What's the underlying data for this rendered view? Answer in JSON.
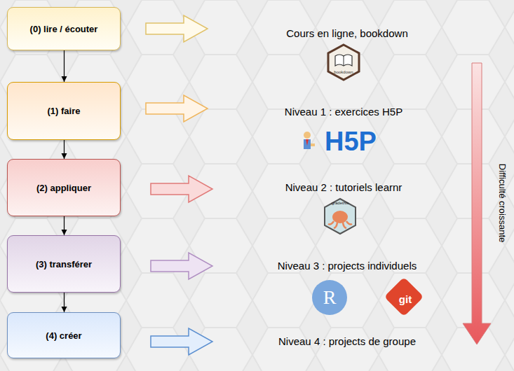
{
  "diagram": {
    "nodes": [
      {
        "text": [
          "(0) lire / écouter"
        ]
      },
      {
        "text": [
          "(1) faire"
        ]
      },
      {
        "text": [
          "(2) appliquer"
        ]
      },
      {
        "text": [
          "(3) transférer"
        ]
      },
      {
        "text": [
          "(4) créer"
        ]
      }
    ],
    "edges": [
      {
        "from": 0,
        "to": 1,
        "arrow": "to"
      },
      {
        "from": 1,
        "to": 2,
        "arrow": "to"
      },
      {
        "from": 2,
        "to": 3,
        "arrow": "to"
      },
      {
        "from": 3,
        "to": 4,
        "arrow": "to"
      }
    ],
    "labels": [
      "Cours en ligne, bookdown",
      "Niveau 1 : exercices H5P",
      "Niveau 2 : tutoriels learnr",
      "Niveau 3 : projects individuels",
      "Niveau 4 : projects de groupe",
      "bookdown",
      "H5P",
      "gradethis",
      "R",
      "git",
      "Difficulté croissante"
    ]
  }
}
